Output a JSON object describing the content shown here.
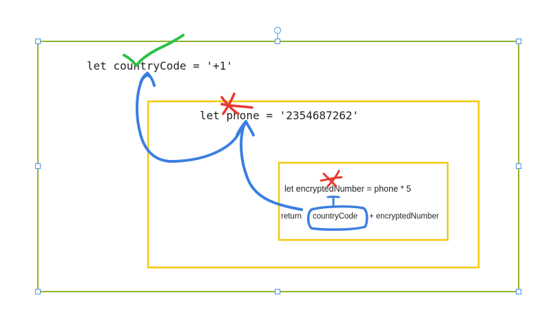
{
  "scopes": {
    "outer": {
      "code": "let countryCode = '+1'"
    },
    "middle": {
      "code": "let phone = '2354687262'"
    },
    "inner": {
      "line1": "let encryptedNumber = phone * 5",
      "line2_part1": "return",
      "line2_part2": "countryCode",
      "line2_part3": "+ encryptedNumber"
    }
  },
  "colors": {
    "outer_border": "#8db32b",
    "scope_border": "#f2c80f",
    "arrow_blue": "#3b7fe0",
    "check_green": "#2ec046",
    "cross_red": "#e8382e",
    "selection_handle": "#4a90e2"
  },
  "marks": {
    "check_icon": "check-mark",
    "cross_icon": "x-mark"
  }
}
